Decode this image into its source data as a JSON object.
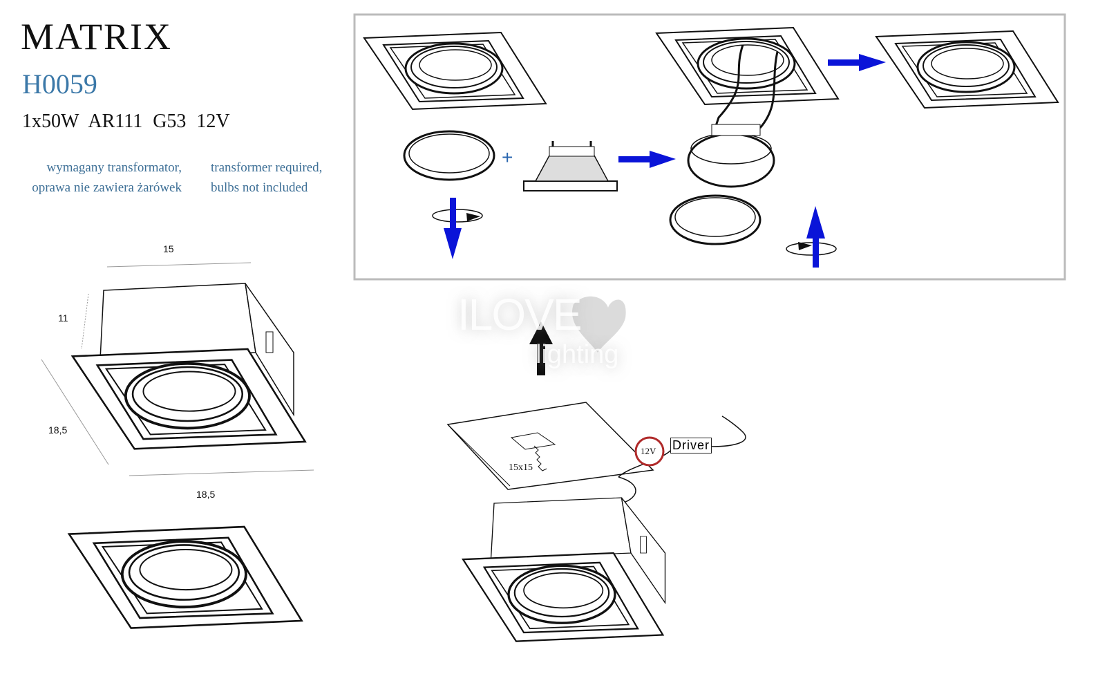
{
  "header": {
    "title": "MATRIX",
    "code": "H0059",
    "spec": "1x50W  AR111  G53  12V",
    "note_pl": [
      "wymagany transformator,",
      "oprawa nie zawiera żarówek"
    ],
    "note_en": [
      "transformer required,",
      "bulbs not included"
    ]
  },
  "dimensions": {
    "width_top": "15",
    "height": "11",
    "depth": "18,5",
    "width_bottom": "18,5"
  },
  "instructions": {
    "plus": "+"
  },
  "install": {
    "cutout": "15x15",
    "voltage": "12V",
    "driver": "Driver"
  },
  "watermark": {
    "line1": "ILOVE",
    "line2": "lighting"
  },
  "colors": {
    "accent": "#3b78a8",
    "arrow": "#0a14d8",
    "voltage_ring": "#b02a2a"
  }
}
